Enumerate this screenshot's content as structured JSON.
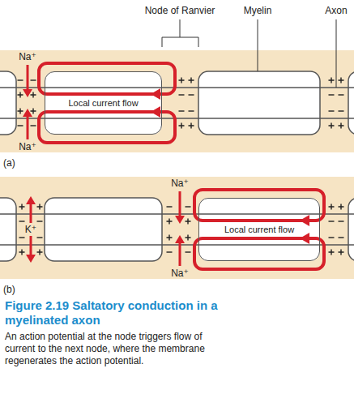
{
  "diagram": {
    "title": "Figure 2.19 Saltatory conduction in a myelinated axon",
    "caption": "An action potential at the node triggers flow of current to the next node, where the membrane regenerates the action potential.",
    "nodes": [
      {
        "text": [
          "Local current flow"
        ]
      },
      {
        "text": [
          "Local current flow"
        ]
      }
    ],
    "labels": [
      "Node of Ranvier",
      "Myelin",
      "Axon",
      "Na⁺",
      "Na⁺",
      "(a)",
      "K⁺",
      "Na⁺",
      "Na⁺",
      "(b)"
    ]
  }
}
